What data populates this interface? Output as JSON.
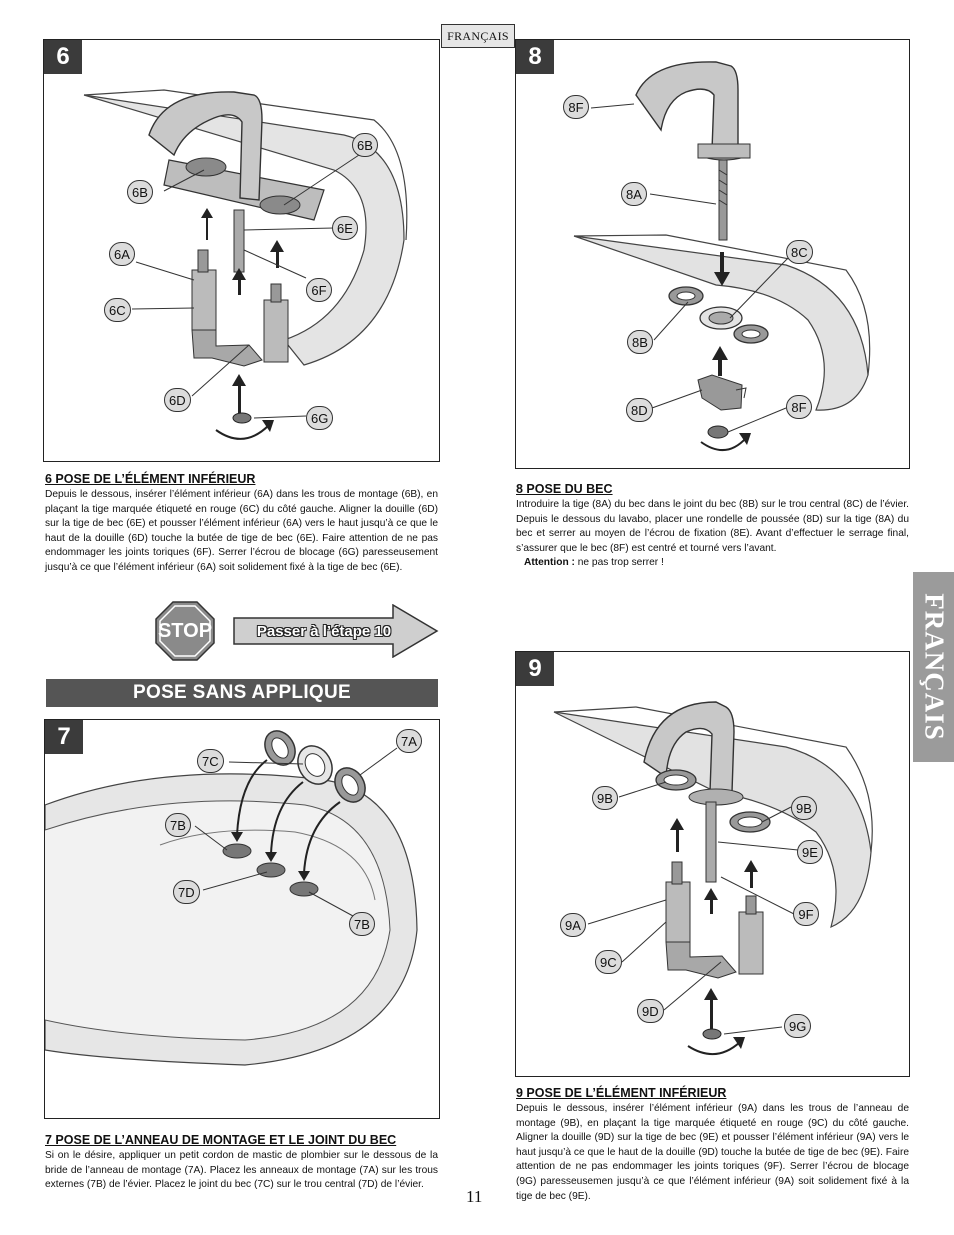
{
  "language_tab": "FRANÇAIS",
  "side_tab": "FRANÇAIS",
  "page_number": "11",
  "steps": {
    "s6": {
      "number": "6",
      "labels": [
        "6B",
        "6B",
        "6E",
        "6A",
        "6F",
        "6C",
        "6D",
        "6G"
      ],
      "title": "6  POSE DE L’ÉLÉMENT INFÉRIEUR",
      "body": "Depuis le dessous, insérer l’élément inférieur (6A) dans les trous de montage (6B), en plaçant la tige marquée étiqueté en rouge (6C) du côté gauche. Aligner la douille (6D) sur la tige de bec (6E) et pousser l’élément inférieur (6A) vers le haut jusqu’à ce que le haut de la douille (6D) touche la butée de tige de bec (6E). Faire attention de ne pas endommager les joints toriques (6F). Serrer l’écrou de blocage (6G) paresseusement jusqu’à ce que l’élément inférieur (6A) soit solidement fixé à la tige de bec (6E)."
    },
    "s7": {
      "number": "7",
      "labels": [
        "7A",
        "7C",
        "7B",
        "7D",
        "7B"
      ],
      "title": "7  POSE DE L’ANNEAU DE MONTAGE ET LE JOINT DU BEC",
      "body": "Si on le désire, appliquer un petit cordon de mastic de plombier sur le dessous de la bride de l’anneau de montage (7A). Placez les anneaux de montage (7A) sur les trous externes (7B) de l’évier. Placez le joint du bec (7C) sur le trou central (7D) de l’évier."
    },
    "s8": {
      "number": "8",
      "labels": [
        "8F",
        "8A",
        "8C",
        "8B",
        "8D",
        "8F"
      ],
      "title": "8  POSE DU BEC",
      "body": "Introduire la tige (8A) du bec dans le joint du bec (8B) sur le trou central (8C) de l’évier. Depuis le dessous du lavabo, placer une rondelle de poussée (8D) sur la tige (8A) du bec et serrer au moyen de l’écrou de fixation (8E). Avant d’effectuer le serrage final, s’assurer que le bec (8F) est centré et tourné vers l’avant.",
      "attention_label": "Attention :",
      "attention_text": " ne pas trop serrer !"
    },
    "s9": {
      "number": "9",
      "labels": [
        "9B",
        "9B",
        "9E",
        "9F",
        "9A",
        "9C",
        "9D",
        "9G"
      ],
      "title": "9  POSE DE L’ÉLÉMENT INFÉRIEUR",
      "body": "Depuis le dessous, insérer l’élément inférieur (9A) dans les trous de l’anneau de montage (9B), en plaçant la tige marquée étiqueté en rouge (9C) du côté gauche. Aligner la douille (9D) sur la tige de bec (9E) et pousser l’élément inférieur (9A) vers le haut jusqu’à ce que le haut de la douille (9D) touche la butée de tige de bec (9E). Faire attention de ne pas endommager les joints toriques (9F). Serrer l’écrou de blocage (9G) paresseusemen jusqu’à ce que l’élément inférieur (9A) soit solidement fixé à la tige de bec (9E)."
    }
  },
  "stop_sign": "STOP",
  "skip_arrow": "Passer à l’étape 10",
  "section_banner": "POSE SANS APPLIQUE",
  "colors": {
    "badge": "#3b3b3b",
    "banner": "#555555",
    "callout_fill": "#dcdcdc",
    "side_tab": "#9b9b9b",
    "stop_fill": "#8a8a8a"
  }
}
